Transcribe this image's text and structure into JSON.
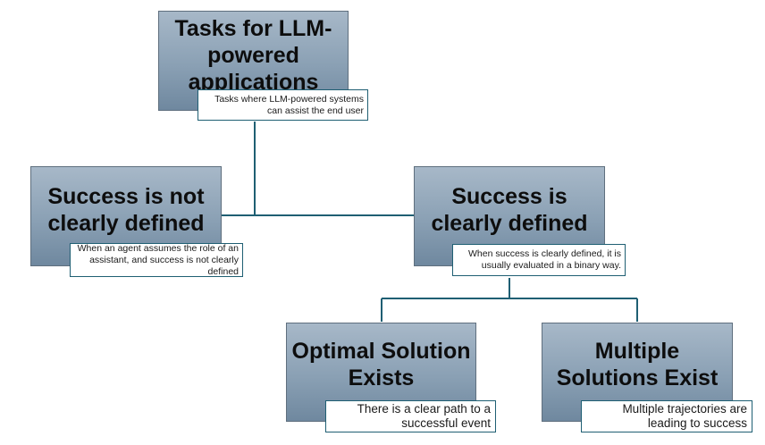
{
  "colors": {
    "node_fill_top": "#a7b8c8",
    "node_fill_bottom": "#6f889f",
    "node_border": "#5f6f7e",
    "connector": "#1f5f73",
    "note_border": "#1f5f73"
  },
  "root": {
    "title": "Tasks for LLM-powered applications",
    "note": "Tasks where LLM-powered systems can assist the end user"
  },
  "not_defined": {
    "title": "Success is not clearly defined",
    "note": "When an agent assumes the role of an assistant, and success is not clearly defined"
  },
  "defined": {
    "title": "Success is clearly defined",
    "note": "When success is clearly defined, it is usually evaluated in a binary way."
  },
  "optimal": {
    "title": "Optimal Solution Exists",
    "note": "There is a clear path to a successful event"
  },
  "multiple": {
    "title": "Multiple Solutions Exist",
    "note": "Multiple trajectories are leading to success"
  }
}
